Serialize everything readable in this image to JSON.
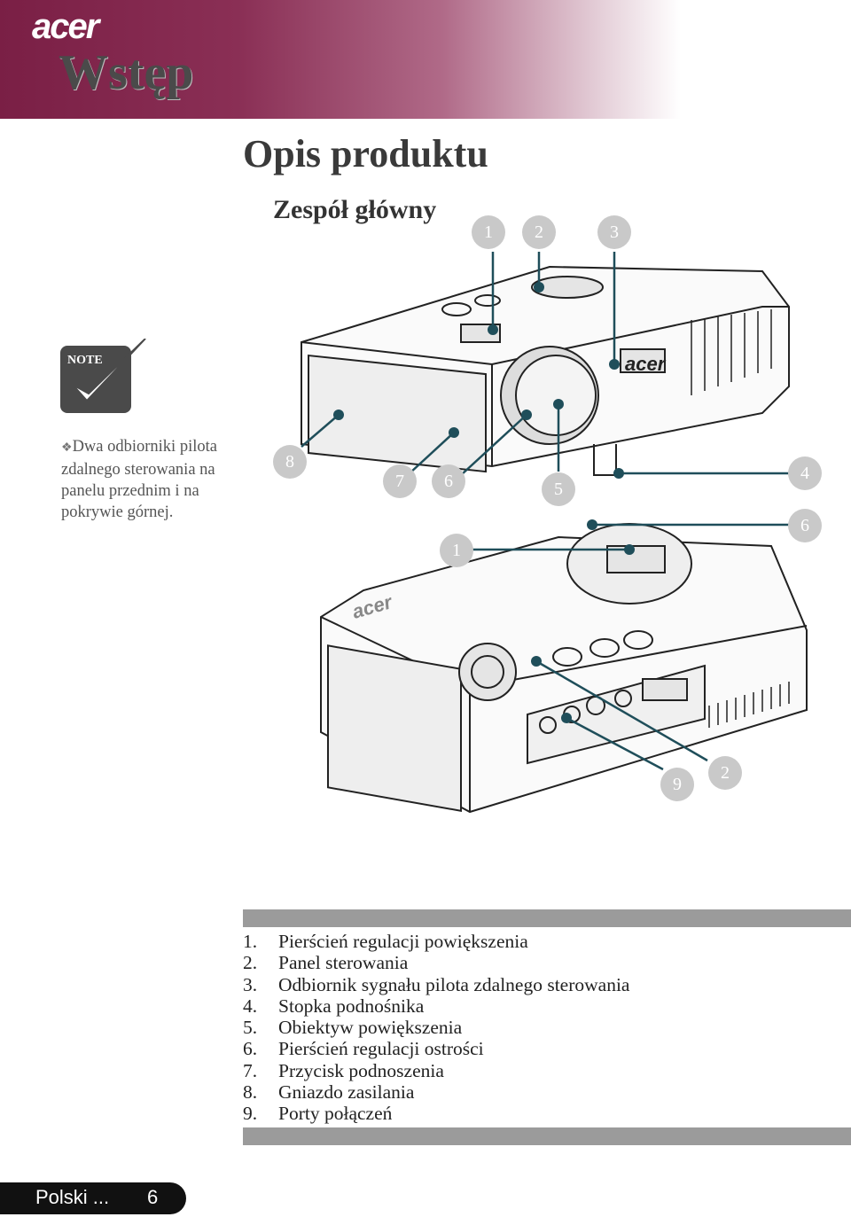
{
  "header": {
    "logo": "acer",
    "section_title": "Wstęp"
  },
  "page_title": "Opis produktu",
  "subtitle": "Zespół główny",
  "note": {
    "icon_label": "NOTE",
    "text": "Dwa odbiorniki pilota zdalnego sterowania na panelu przednim i na pokrywie górnej."
  },
  "diagram": {
    "callouts": [
      "1",
      "2",
      "3",
      "8",
      "7",
      "6",
      "5",
      "4",
      "6",
      "1",
      "9",
      "2"
    ],
    "brand_text": "acer"
  },
  "parts_list": [
    {
      "num": "1.",
      "label": "Pierścień regulacji powiększenia"
    },
    {
      "num": "2.",
      "label": "Panel sterowania"
    },
    {
      "num": "3.",
      "label": "Odbiornik sygnału pilota zdalnego sterowania"
    },
    {
      "num": "4.",
      "label": "Stopka podnośnika"
    },
    {
      "num": "5.",
      "label": "Obiektyw powiększenia"
    },
    {
      "num": "6.",
      "label": "Pierścień regulacji ostrości"
    },
    {
      "num": "7.",
      "label": "Przycisk podnoszenia"
    },
    {
      "num": "8.",
      "label": "Gniazdo zasilania"
    },
    {
      "num": "9.",
      "label": "Porty połączeń"
    }
  ],
  "footer": {
    "language": "Polski ...",
    "page_number": "6"
  }
}
